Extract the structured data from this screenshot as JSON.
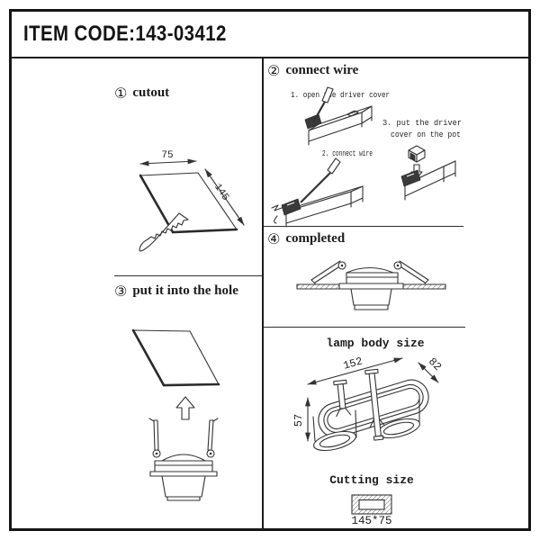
{
  "header": {
    "item_code": "ITEM CODE:143-03412"
  },
  "steps": {
    "cutout": {
      "badge": "①",
      "title": "cutout",
      "dim_width": "75",
      "dim_length": "145"
    },
    "connect_wire": {
      "badge": "②",
      "title": "connect wire",
      "substep_open": "1. open the driver cover",
      "substep_connect": "2. connect wire",
      "substep_cover_line1": "3. put the driver",
      "substep_cover_line2": "cover on the pot"
    },
    "put_into_hole": {
      "badge": "③",
      "title": "put it into the hole"
    },
    "completed": {
      "badge": "④",
      "title": "completed"
    }
  },
  "lamp_body": {
    "title": "lamp body size",
    "dim_length": "152",
    "dim_width": "82",
    "dim_height": "57"
  },
  "cutting": {
    "title": "Cutting size",
    "size": "145*75"
  },
  "colors": {
    "ink": "#1c1c1c",
    "paper": "#ffffff"
  }
}
